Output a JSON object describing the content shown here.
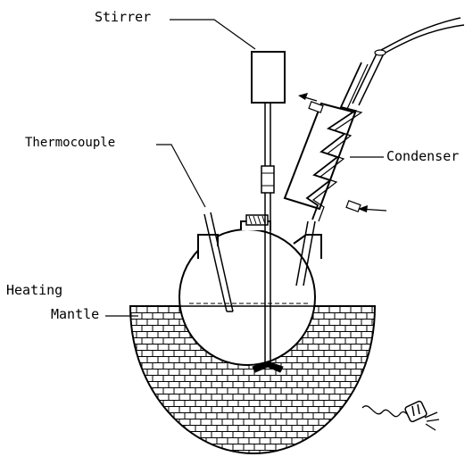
{
  "labels": {
    "stirrer": "Stirrer",
    "condenser": "Condenser",
    "thermocouple": "Thermocouple",
    "heating_line1": "Heating",
    "heating_line2": "Mantle"
  },
  "colors": {
    "ink": "#000000",
    "background": "#ffffff"
  },
  "icons": [
    "power-plug-icon"
  ]
}
